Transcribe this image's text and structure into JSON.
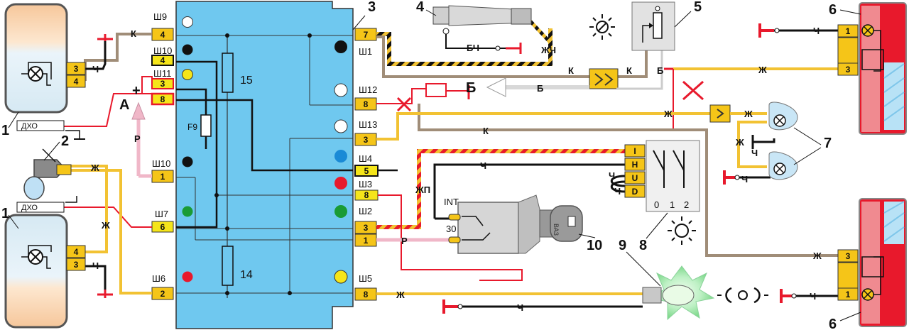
{
  "callouts": {
    "headlamp_top": "1",
    "headlamp_bottom": "1",
    "fog_switch_sensor": "2",
    "mount_block": "3",
    "rear_fog_switch": "4",
    "dimmer": "5",
    "tail_lamp_top": "6",
    "tail_lamp_bottom": "6",
    "plate_lamps": "7",
    "light_switch": "8",
    "indicator": "9",
    "ignition": "10",
    "fuse_15": "15",
    "fuse_14": "14",
    "fuse_f9": "F9",
    "point_a": "A",
    "point_b": "Б",
    "plus": "+"
  },
  "dho_labels": [
    "ДХО",
    "ДХО"
  ],
  "sockets": {
    "sh9": "Ш9",
    "sh10_top": "Ш10",
    "sh11": "Ш11",
    "sh10_mid": "Ш10",
    "sh7": "Ш7",
    "sh6": "Ш6",
    "sh1": "Ш1",
    "sh12": "Ш12",
    "sh13": "Ш13",
    "sh4": "Ш4",
    "sh3": "Ш3",
    "sh2": "Ш2",
    "sh5": "Ш5"
  },
  "pins": {
    "left_sh9": "4",
    "left_sh10": "4",
    "left_sh11": "3",
    "left_8": "8",
    "left_sh10b": "1",
    "left_sh7": "6",
    "left_sh6": "2",
    "right_sh1": "7",
    "right_sh12": "8",
    "right_sh13": "3",
    "right_sh4": "5",
    "right_sh3": "8",
    "right_sh2a": "3",
    "right_sh2b": "1",
    "right_sh5": "8",
    "hl_top_3": "3",
    "hl_top_4": "4",
    "hl_bot_4": "4",
    "hl_bot_3": "3",
    "tail_top_1": "1",
    "tail_top_3": "3",
    "tail_bot_3": "3",
    "tail_bot_1": "1",
    "sw_i": "I",
    "sw_h": "H",
    "sw_u": "U",
    "sw_d": "D",
    "sw_pos_0": "0",
    "sw_pos_1": "1",
    "sw_pos_2": "2",
    "ign_int": "INT",
    "ign_30": "30",
    "key_text": "ВАЗ"
  },
  "wire_colors": {
    "k1": "К",
    "ch1": "Ч",
    "zh1": "Ж",
    "ch2": "Ч",
    "r1": "Р",
    "bch": "БЧ",
    "zhch": "ЖЧ",
    "k2": "К",
    "k3": "К",
    "b1": "Б",
    "b2": "Б",
    "ch3": "Ч",
    "zh2": "Ж",
    "zh3": "Ж",
    "k4": "К",
    "zh4": "Ж",
    "ch4": "Ч",
    "ch5": "Ч",
    "ch6": "Ч",
    "ch7": "Ч",
    "ch8": "Ч",
    "zhp": "ЖП",
    "r2": "Р",
    "zh5": "Ж",
    "ch9": "Ч",
    "ch10": "Ч",
    "ch11": "Ч",
    "ch12": "Ч",
    "zh6": "Ж"
  },
  "colors": {
    "block": "#6fc8ef",
    "yellow": "#f5c518",
    "red": "#e8192c",
    "beige": "#f3c79a",
    "wire_brown": "#a08d78",
    "wire_yellow": "#f2c233",
    "wire_pink": "#f0b7c8"
  }
}
